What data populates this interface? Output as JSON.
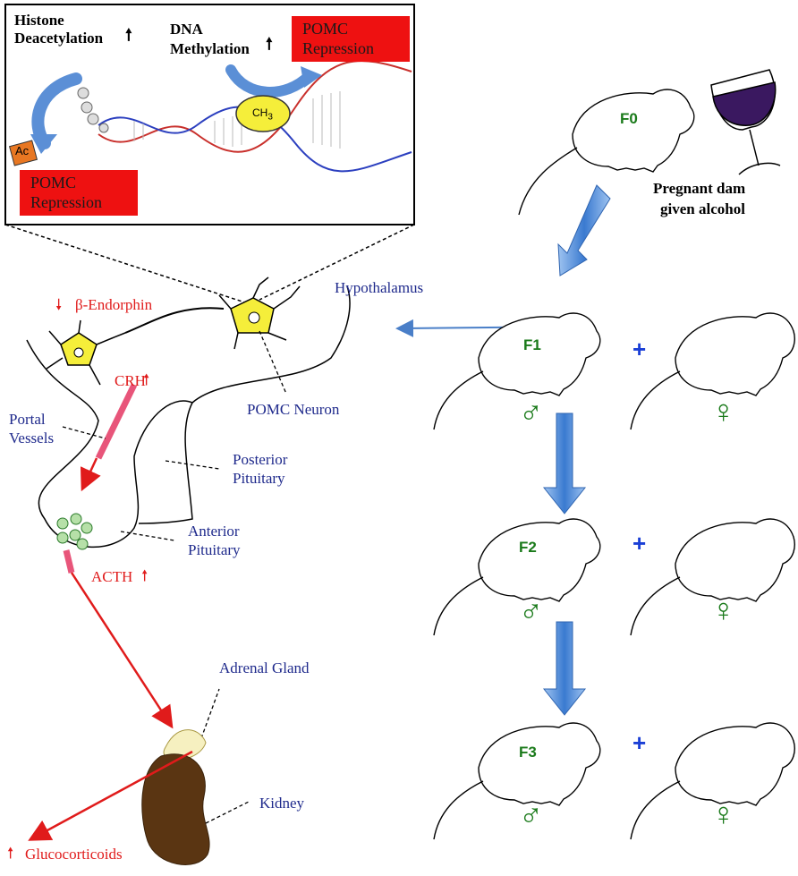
{
  "inset": {
    "histone_label_line1": "Histone",
    "histone_label_line2": "Deacetylation",
    "dna_label_line1": "DNA",
    "dna_label_line2": "Methylation",
    "pomc_repression_top": "POMC Repression",
    "pomc_repression_bottom": "POMC Repression",
    "ch3": "CH3",
    "ac": "Ac"
  },
  "brain": {
    "beta_endorphin": "β-Endorphin",
    "hypothalamus": "Hypothalamus",
    "crh": "CRH",
    "pomc_neuron": "POMC Neuron",
    "portal_vessels_line1": "Portal",
    "portal_vessels_line2": "Vessels",
    "posterior_pituitary_line1": "Posterior",
    "posterior_pituitary_line2": "Pituitary",
    "anterior_pituitary_line1": "Anterior",
    "anterior_pituitary_line2": "Pituitary",
    "acth": "ACTH",
    "adrenal_gland": "Adrenal Gland",
    "kidney": "Kidney",
    "glucocorticoids": "Glucocorticoids"
  },
  "rats": {
    "f0": "F0",
    "pregnant_line1": "Pregnant dam",
    "pregnant_line2": "given alcohol",
    "f1": "F1",
    "f2": "F2",
    "f3": "F3",
    "plus": "+",
    "male_symbol": "♂",
    "female_symbol": "♀"
  },
  "colors": {
    "label_navy": "#1f2a8c",
    "accent_red": "#e01b1b",
    "repression_box": "#ee1111",
    "generation_green": "#1a7a1a",
    "arrow_blue": "#5b8fd6",
    "neuron_yellow": "#f5ee3a"
  }
}
